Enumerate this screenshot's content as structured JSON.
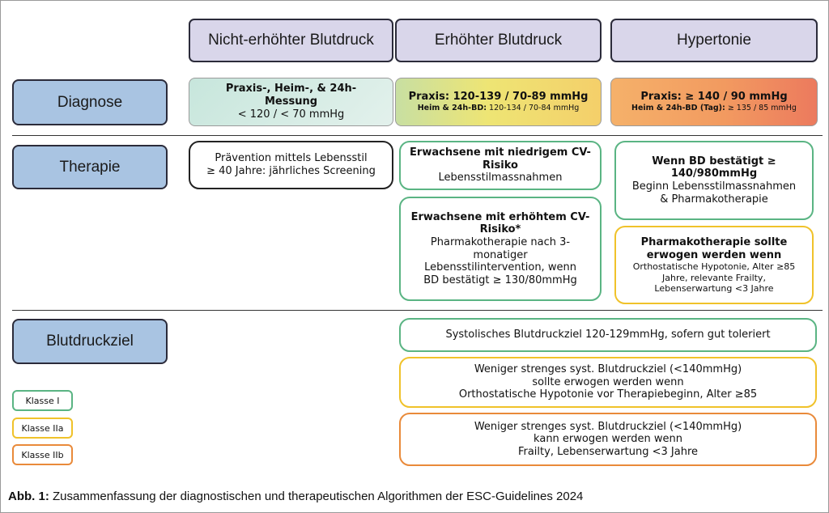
{
  "columns": {
    "non_elevated": "Nicht-erhöhter Blutdruck",
    "elevated": "Erhöhter Blutdruck",
    "hypertension": "Hypertonie"
  },
  "rows": {
    "diagnose": "Diagnose",
    "therapie": "Therapie",
    "blutdruckziel": "Blutdruckziel"
  },
  "diagnose": {
    "non_elevated": {
      "line1": "Praxis-, Heim-, & 24h-",
      "line2": "Messung",
      "line3": "< 120 / < 70 mmHg"
    },
    "elevated": {
      "line1": "Praxis: 120-139 / 70-89 mmHg",
      "line2_label": "Heim & 24h-BD:",
      "line2_value": " 120-134 / 70-84 mmHg"
    },
    "hypertension": {
      "line1": "Praxis: ≥ 140 / 90 mmHg",
      "line2_label": "Heim & 24h-BD (Tag):",
      "line2_value": " ≥ 135 / 85 mmHg"
    }
  },
  "therapie": {
    "non_elevated": {
      "line1": "Prävention mittels Lebensstil",
      "line2": "≥ 40 Jahre: jährliches Screening"
    },
    "elevated_low_risk": {
      "title1": "Erwachsene mit niedrigem CV-",
      "title2": "Risiko",
      "body": "Lebensstilmassnahmen"
    },
    "elevated_high_risk": {
      "title1": "Erwachsene mit erhöhtem CV-",
      "title2": "Risiko*",
      "body1": "Pharmakotherapie nach 3-",
      "body2": "monatiger",
      "body3": "Lebensstilintervention, wenn",
      "body4": "BD bestätigt ≥ 130/80mmHg"
    },
    "hypertension_confirmed": {
      "title1": "Wenn BD bestätigt ≥",
      "title2": "140/980mmHg",
      "body1": "Beginn Lebensstilmassnahmen",
      "body2": "& Pharmakotherapie"
    },
    "hypertension_consider": {
      "title1": "Pharmakotherapie sollte",
      "title2": "erwogen werden wenn",
      "body1": "Orthostatische Hypotonie, Alter ≥85",
      "body2": "Jahre, relevante Frailty,",
      "body3": "Lebenserwartung <3 Jahre"
    }
  },
  "blutdruckziel": {
    "target_class1": "Systolisches Blutdruckziel 120-129mmHg, sofern gut toleriert",
    "target_class2a": {
      "title1": "Weniger strenges syst. Blutdruckziel (<140mmHg)",
      "title2": "sollte erwogen werden wenn",
      "body": "Orthostatische Hypotonie vor Therapiebeginn, Alter ≥85"
    },
    "target_class2b": {
      "title1": "Weniger strenges syst. Blutdruckziel (<140mmHg)",
      "title2": "kann erwogen werden wenn",
      "body": "Frailty, Lebenserwartung <3 Jahre"
    }
  },
  "legend": {
    "class1": "Klasse I",
    "class2a": "Klasse IIa",
    "class2b": "Klasse IIb"
  },
  "colors": {
    "class1": "#5ab483",
    "class2a": "#f0c22a",
    "class2b": "#e98a3a",
    "column_header": "#d9d6ea",
    "row_label": "#a9c4e2"
  },
  "caption": {
    "label": "Abb. 1:",
    "text": " Zusammenfassung der diagnostischen und therapeutischen Algorithmen der ESC-Guidelines 2024"
  }
}
